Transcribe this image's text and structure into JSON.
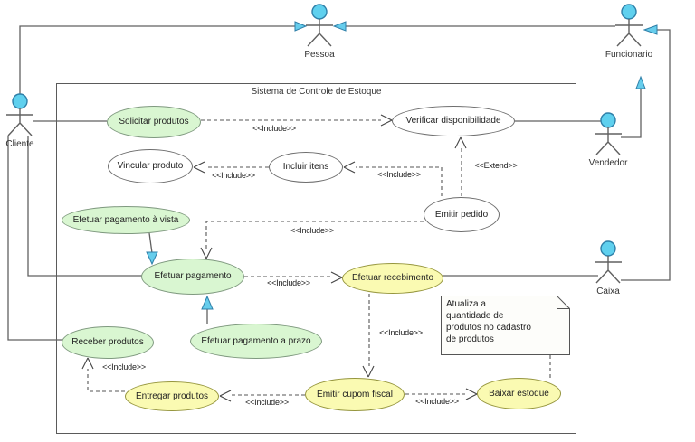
{
  "diagram": {
    "system_title": "Sistema de Controle de Estoque"
  },
  "actors": [
    {
      "name": "Pessoa"
    },
    {
      "name": "Funcionario"
    },
    {
      "name": "Cliente"
    },
    {
      "name": "Vendedor"
    },
    {
      "name": "Caixa"
    }
  ],
  "use_cases": [
    {
      "label": "Solicitar produtos",
      "color": "green"
    },
    {
      "label": "Verificar disponibilidade",
      "color": "white"
    },
    {
      "label": "Vincular produto",
      "color": "white"
    },
    {
      "label": "Incluir itens",
      "color": "white"
    },
    {
      "label": "Emitir pedido",
      "color": "white"
    },
    {
      "label": "Efetuar pagamento à vista",
      "color": "green"
    },
    {
      "label": "Efetuar pagamento",
      "color": "green"
    },
    {
      "label": "Efetuar recebimento",
      "color": "yellow"
    },
    {
      "label": "Receber produtos",
      "color": "green"
    },
    {
      "label": "Efetuar pagamento a prazo",
      "color": "green"
    },
    {
      "label": "Entregar produtos",
      "color": "yellow"
    },
    {
      "label": "Emitir cupom fiscal",
      "color": "yellow"
    },
    {
      "label": "Baixar estoque",
      "color": "yellow"
    }
  ],
  "stereotypes": {
    "include": "<<Include>>",
    "extend": "<<Extend>>"
  },
  "note": {
    "text": "Atualiza a\nquantidade de\nprodutos no cadastro\nde produtos"
  },
  "colors": {
    "usecase_green": "#d9f6d1",
    "usecase_yellow": "#fafab2",
    "usecase_white": "#ffffff",
    "actor_head": "#5fd0ee",
    "generalization_arrow": "#66cdec",
    "line": "#606060"
  }
}
